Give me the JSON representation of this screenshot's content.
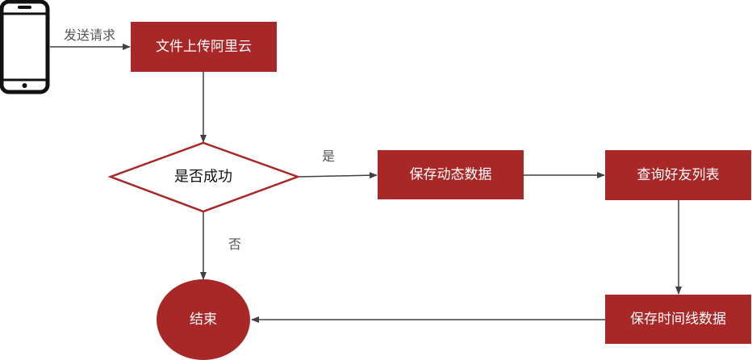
{
  "colors": {
    "box_fill": "#a82828",
    "box_text": "#ffffff",
    "diamond_stroke": "#a82828",
    "arrow": "#404040",
    "phone": "#111111",
    "edge_label": "#555555"
  },
  "phone": {
    "icon": "smartphone-icon"
  },
  "edges": {
    "send_request": "发送请求",
    "yes": "是",
    "no": "否"
  },
  "nodes": {
    "upload": "文件上传阿里云",
    "decision": "是否成功",
    "save_dynamic": "保存动态数据",
    "query_friends": "查询好友列表",
    "save_timeline": "保存时间线数据",
    "end": "结束"
  }
}
